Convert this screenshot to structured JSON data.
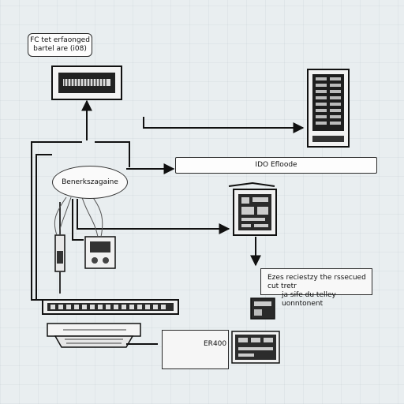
{
  "labels": {
    "title_line1": "FC tet erfaonged",
    "title_line2": "bartel are (i08)",
    "bus_box": "IDO Efloode",
    "hub_oval": "Benerkszagaine",
    "note_line1": "Ezes reciestzy the rssecued cut tretr",
    "note_line2": "ja sife du telley uonntonent",
    "small_box": "ER400"
  },
  "icons": [
    "header-board-icon",
    "server-rack-icon",
    "circuit-board-icon",
    "connector-cable-icon",
    "network-switch-icon",
    "keyboard-icon",
    "small-board-icon",
    "memory-module-icon"
  ]
}
